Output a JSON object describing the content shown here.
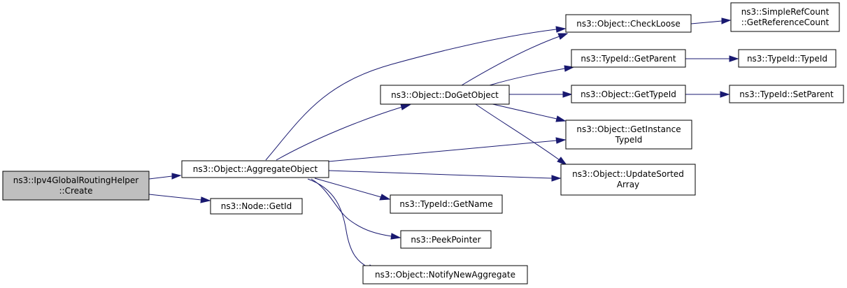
{
  "diagram": {
    "colors": {
      "edge": "#191970",
      "root_fill": "#bfbfbf",
      "node_fill": "#ffffff",
      "node_border": "#000000"
    },
    "nodes": {
      "root": [
        "ns3::Ipv4GlobalRoutingHelper",
        "::Create"
      ],
      "aggregate": [
        "ns3::Object::AggregateObject"
      ],
      "getid": [
        "ns3::Node::GetId"
      ],
      "dogetobject": [
        "ns3::Object::DoGetObject"
      ],
      "gettypeid": [
        "ns3::Object::GetTypeId"
      ],
      "getinstance": [
        "ns3::Object::GetInstance",
        "TypeId"
      ],
      "updatesorted": [
        "ns3::Object::UpdateSorted",
        "Array"
      ],
      "checkloose": [
        "ns3::Object::CheckLoose"
      ],
      "refcount": [
        "ns3::SimpleRefCount",
        "::GetReferenceCount"
      ],
      "getparent": [
        "ns3::TypeId::GetParent"
      ],
      "typeidctor": [
        "ns3::TypeId::TypeId"
      ],
      "setparent": [
        "ns3::TypeId::SetParent"
      ],
      "getname": [
        "ns3::TypeId::GetName"
      ],
      "peekpointer": [
        "ns3::PeekPointer"
      ],
      "notify": [
        "ns3::Object::NotifyNewAggregate"
      ]
    }
  }
}
